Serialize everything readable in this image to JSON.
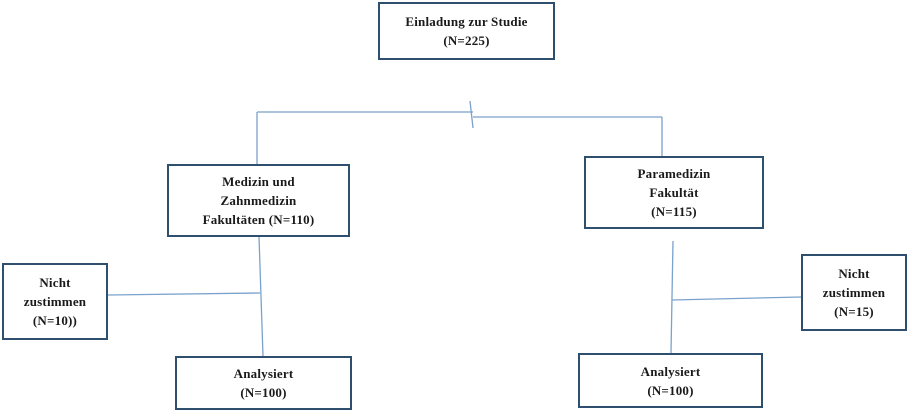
{
  "colors": {
    "box_border": "#2f4f6f",
    "connector": "#7aa2cc",
    "text": "#1a1a1a"
  },
  "nodes": {
    "invitation": {
      "line1": "Einladung zur Studie",
      "line2": "(N=225)"
    },
    "medicine": {
      "line1": "Medizin und",
      "line2": "Zahnmedizin",
      "line3": "Fakultäten (N=110)"
    },
    "paramedicine": {
      "line1": "Paramedizin",
      "line2": "Fakultät",
      "line3": "(N=115)"
    },
    "declined_left": {
      "line1": "Nicht",
      "line2": "zustimmen",
      "line3": "(N=10))"
    },
    "declined_right": {
      "line1": "Nicht",
      "line2": "zustimmen",
      "line3": "(N=15)"
    },
    "analyzed_left": {
      "line1": "Analysiert",
      "line2": "(N=100)"
    },
    "analyzed_right": {
      "line1": "Analysiert",
      "line2": "(N=100)"
    }
  }
}
